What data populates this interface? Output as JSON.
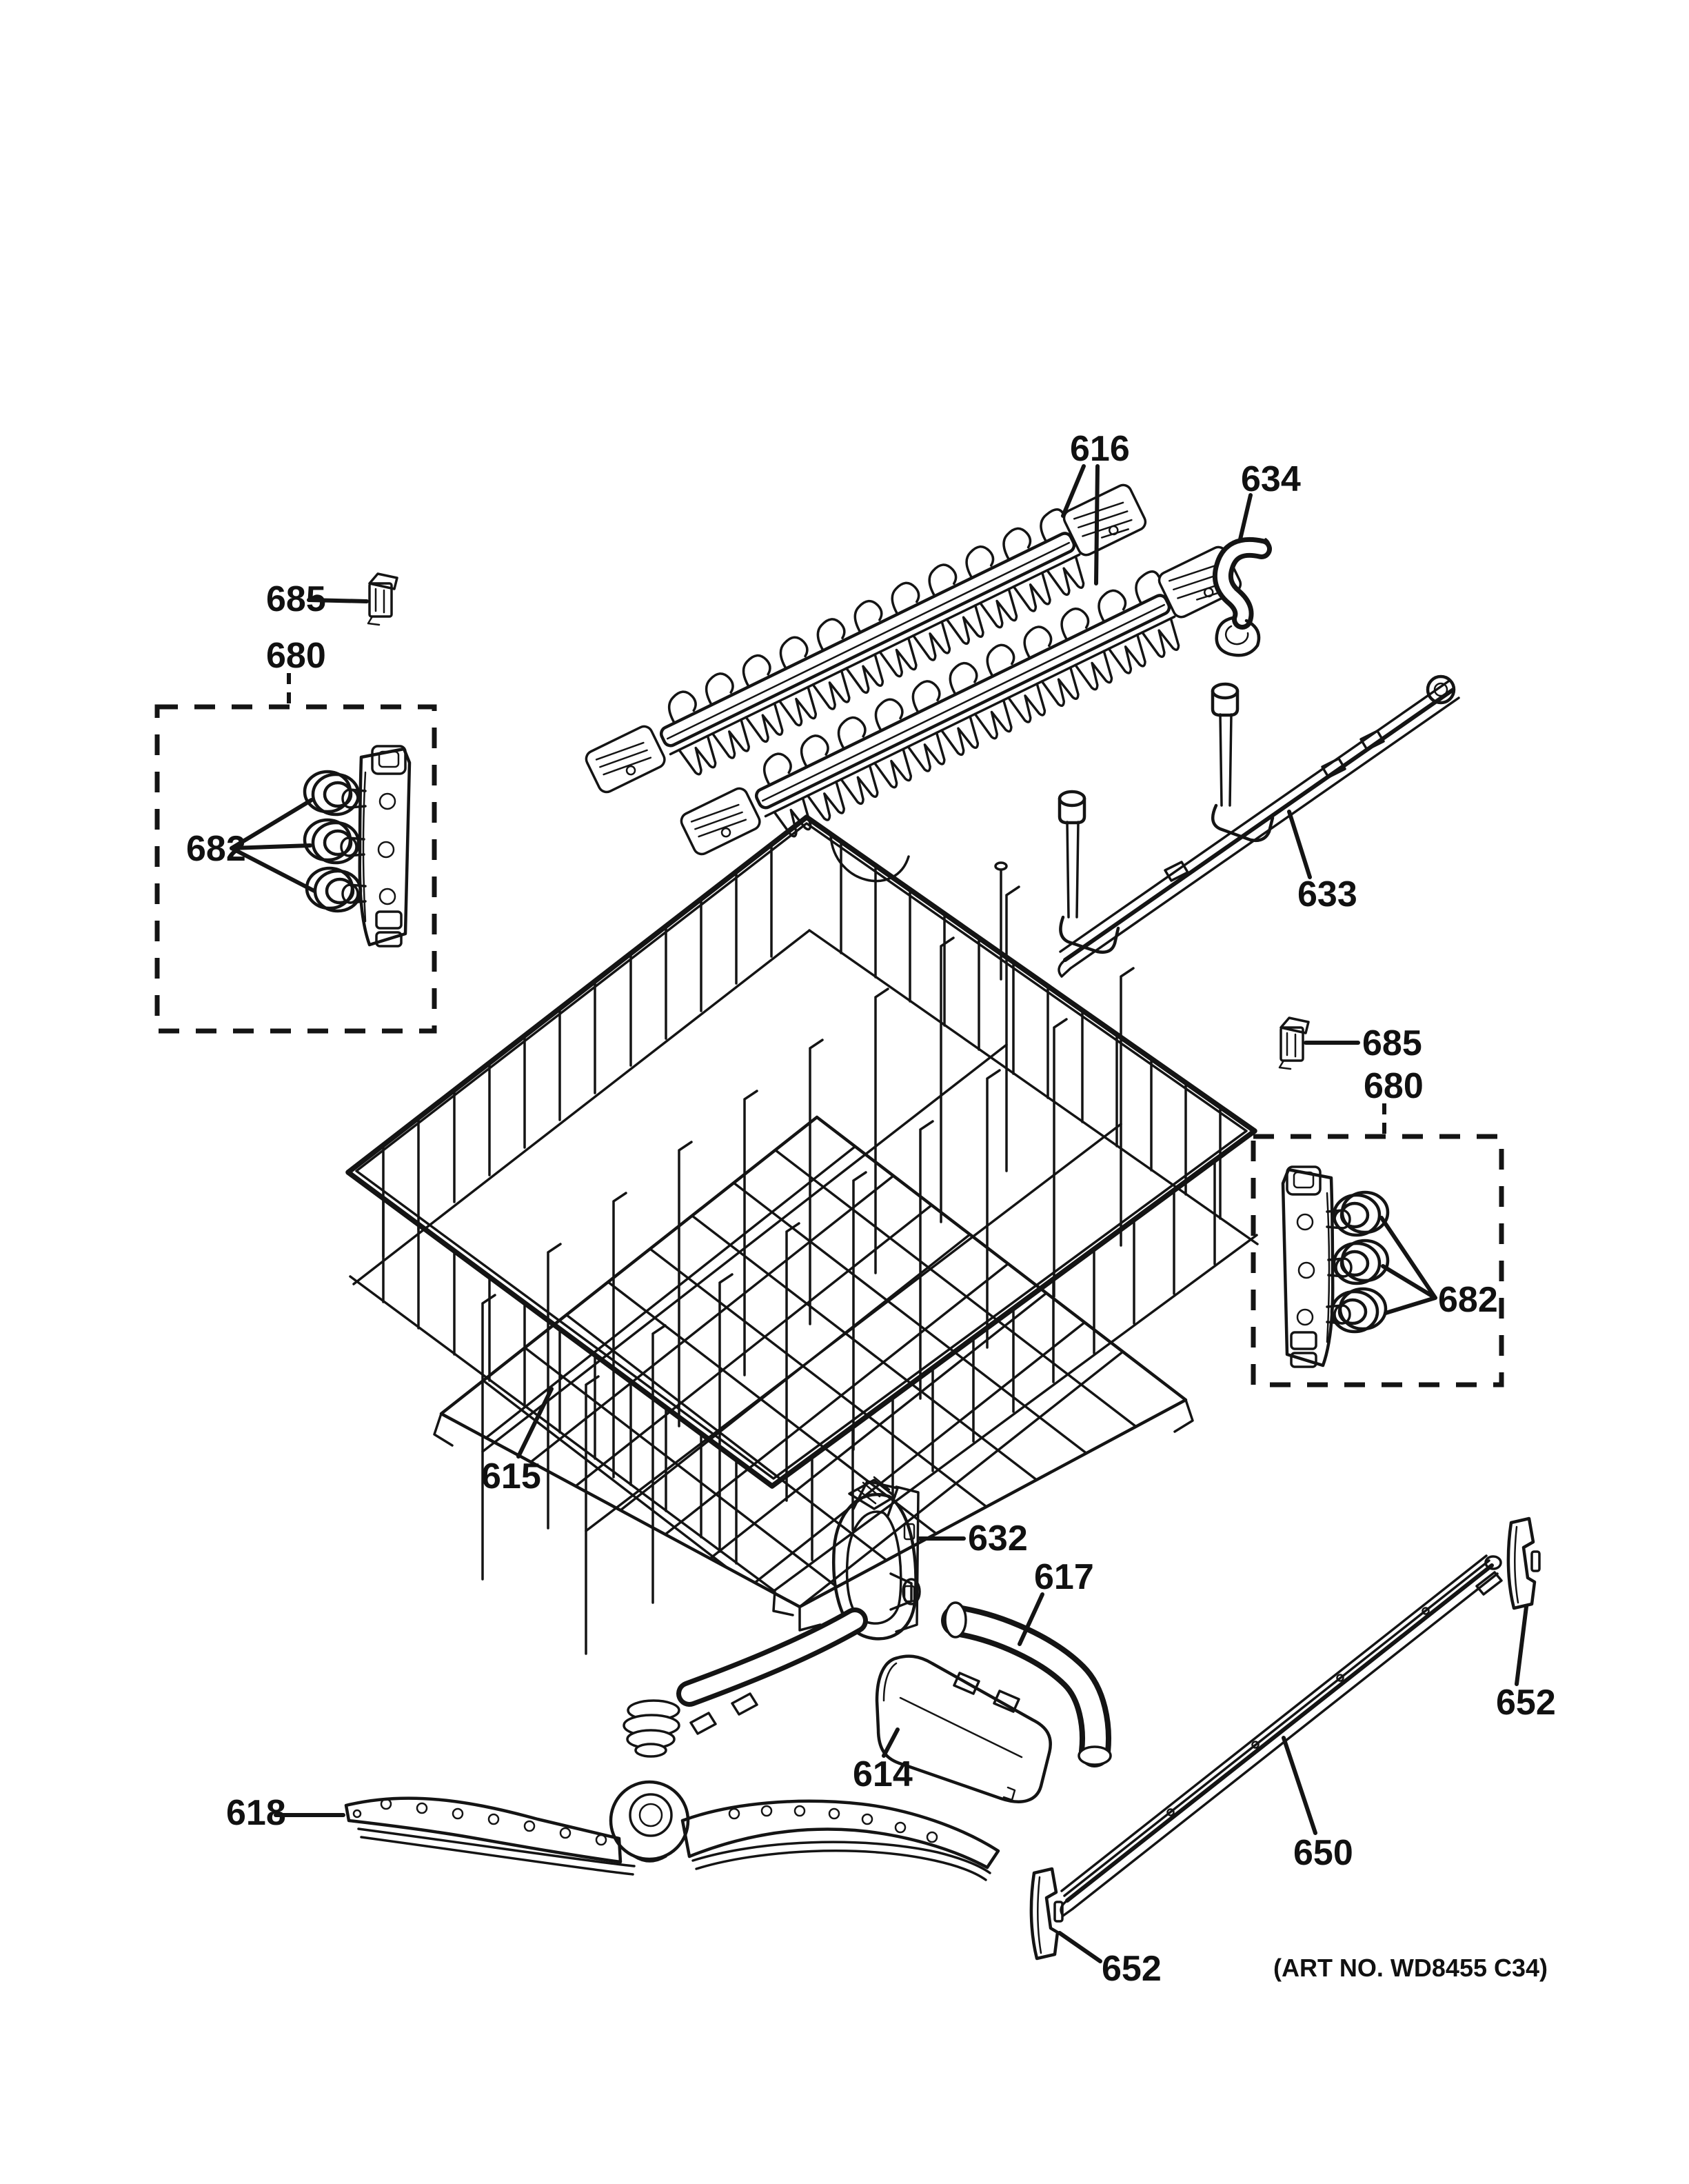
{
  "document": {
    "kind": "dishwasher upper rack exploded parts diagram",
    "art_note": "(ART NO. WD8455 C34)"
  },
  "colors": {
    "line": "#141414",
    "background": "#ffffff"
  },
  "part_labels": {
    "tine_rows": "616",
    "retainer_hook": "634",
    "top_rail": "633",
    "stop_clip_left": "685",
    "stop_clip_right": "685",
    "roller_assembly_left": "680",
    "roller_assembly_right": "680",
    "rollers_left": "682",
    "rollers_right": "682",
    "upper_rack": "615",
    "water_conduit": "632",
    "outlet_tube": "617",
    "conduit_cover": "614",
    "spray_arm": "618",
    "slide_rail": "650",
    "end_cap_left": "652",
    "end_cap_right": "652"
  }
}
